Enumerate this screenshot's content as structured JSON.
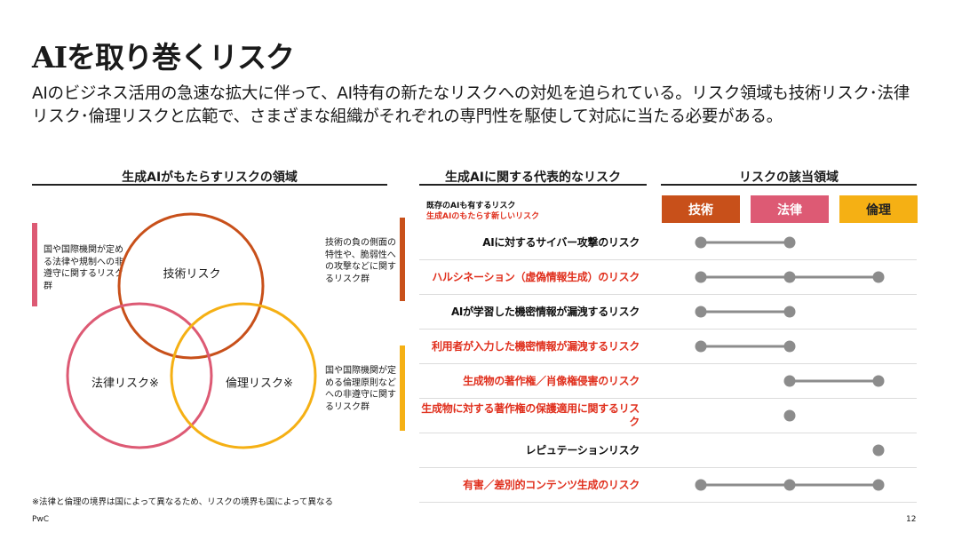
{
  "slide": {
    "title": "AIを取り巻くリスク",
    "subtitle": "AIのビジネス活用の急速な拡大に伴って、AI特有の新たなリスクへの対処を迫られている。リスク領域も技術リスク･法律リスク･倫理リスクと広範で、さまざまな組織がそれぞれの専門性を駆使して対応に当たる必要がある。",
    "footnote": "※法律と倫理の境界は国によって異なるため、リスクの境界も国によって異なる",
    "brand": "PwC",
    "page_number": "12"
  },
  "left_panel": {
    "heading": "生成AIがもたらすリスクの領域",
    "notes": {
      "legal": "国や国際機関が定める法律や規制への非遵守に関するリスク群",
      "tech": "技術の負の側面の特性や、脆弱性への攻撃などに関するリスク群",
      "ethics": "国や国際機関が定める倫理原則などへの非遵守に関するリスク群"
    },
    "venn": {
      "tech_label": "技術リスク",
      "legal_label": "法律リスク※",
      "ethics_label": "倫理リスク※"
    }
  },
  "risk_table": {
    "heading": "生成AIに関する代表的なリスク",
    "legend_existing": "既存のAIも有するリスク",
    "legend_new": "生成AIのもたらす新しいリスク",
    "rows": [
      {
        "label": "AIに対するサイバー攻撃のリスク",
        "kind": "existing",
        "domains": [
          true,
          true,
          false
        ]
      },
      {
        "label": "ハルシネーション（虚偽情報生成）のリスク",
        "kind": "new",
        "domains": [
          true,
          true,
          true
        ]
      },
      {
        "label": "AIが学習した機密情報が漏洩するリスク",
        "kind": "existing",
        "domains": [
          true,
          true,
          false
        ]
      },
      {
        "label": "利用者が入力した機密情報が漏洩するリスク",
        "kind": "new",
        "domains": [
          true,
          true,
          false
        ]
      },
      {
        "label": "生成物の著作権／肖像権侵害のリスク",
        "kind": "new",
        "domains": [
          false,
          true,
          true
        ]
      },
      {
        "label": "生成物に対する著作権の保護適用に関するリスク",
        "kind": "new",
        "domains": [
          false,
          true,
          false
        ]
      },
      {
        "label": "レピュテーションリスク",
        "kind": "existing",
        "domains": [
          false,
          false,
          true
        ]
      },
      {
        "label": "有害／差別的コンテンツ生成のリスク",
        "kind": "new",
        "domains": [
          true,
          true,
          true
        ]
      }
    ]
  },
  "domains_panel": {
    "heading": "リスクの該当領域",
    "domains": [
      {
        "label": "技術",
        "color": "#c8501a"
      },
      {
        "label": "法律",
        "color": "#dd5a74"
      },
      {
        "label": "倫理",
        "color": "#f5b014"
      }
    ]
  },
  "colors": {
    "tech": "#c8501a",
    "legal": "#dd5a74",
    "ethics": "#f5b014",
    "new_risk_text": "#e0301e",
    "connector": "#8c8c8c"
  }
}
